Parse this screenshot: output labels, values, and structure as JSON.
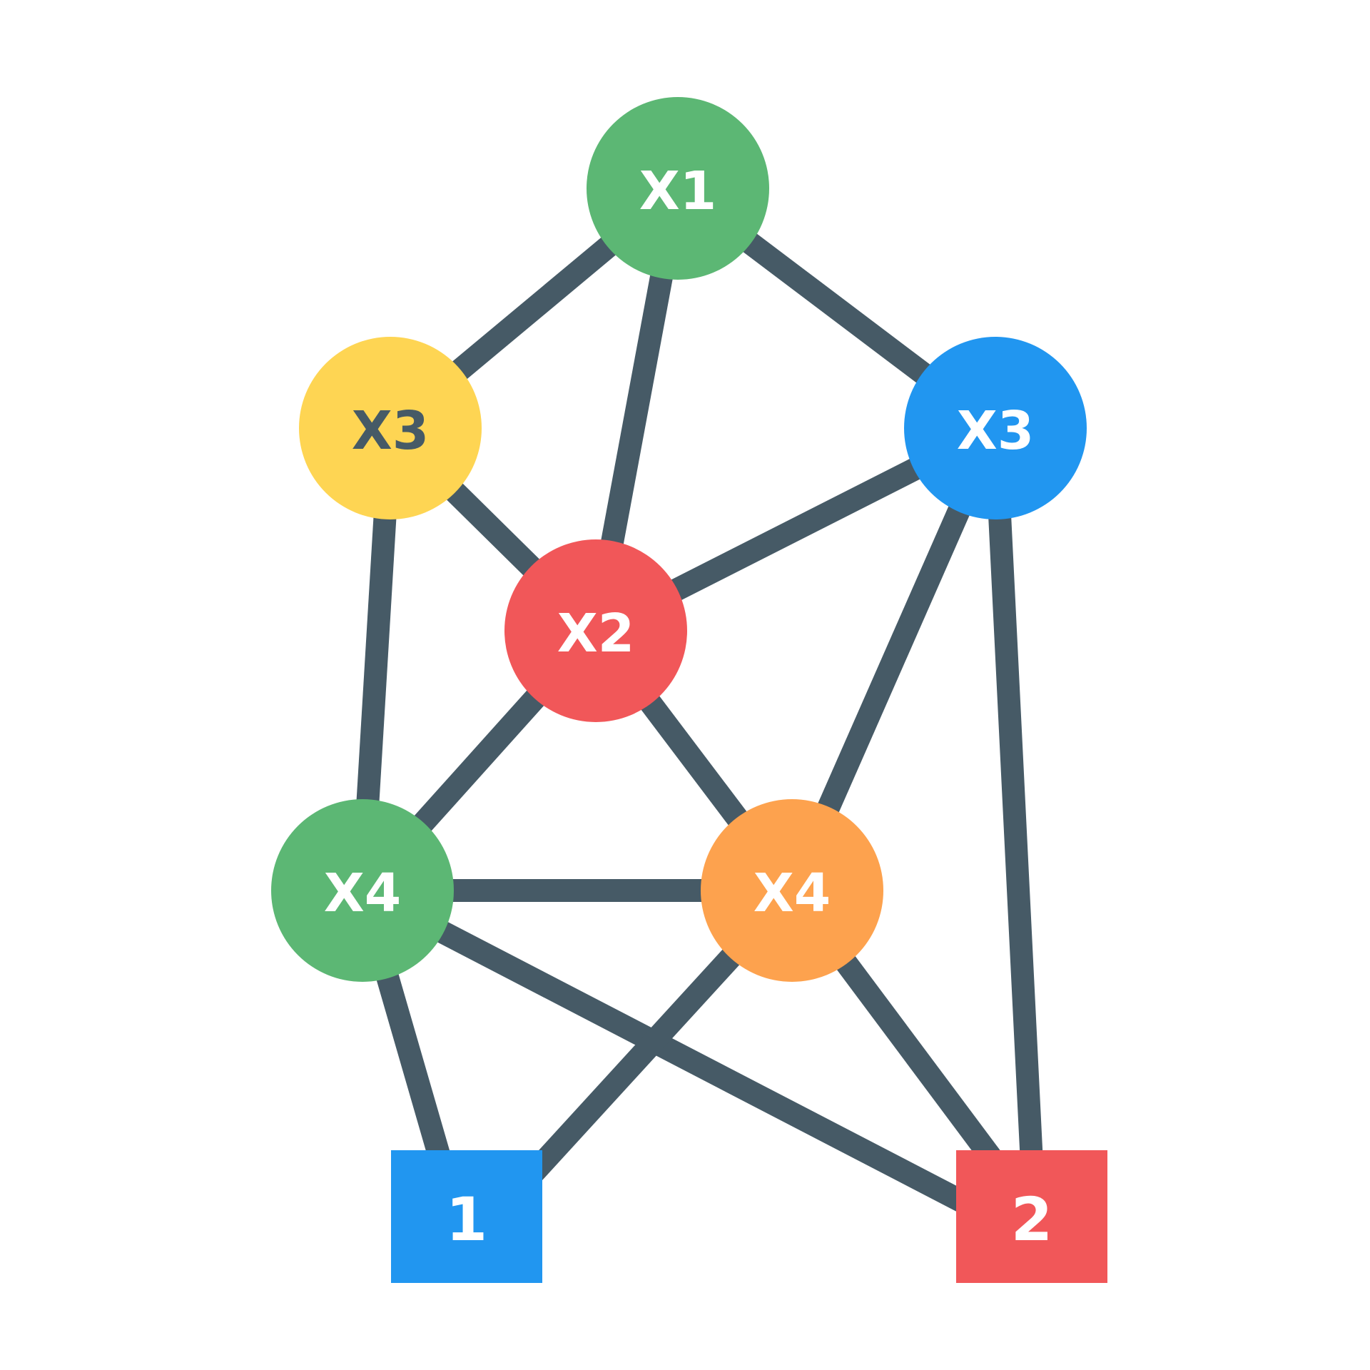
{
  "diagram": {
    "edge_color": "#465a66",
    "nodes": [
      {
        "id": "x1_top",
        "label": "X1",
        "shape": "circle",
        "fill": "#5cb774",
        "text_color": "#ffffff"
      },
      {
        "id": "x3_left",
        "label": "X3",
        "shape": "circle",
        "fill": "#fed553",
        "text_color": "#465a66"
      },
      {
        "id": "x3_right",
        "label": "X3",
        "shape": "circle",
        "fill": "#2196f0",
        "text_color": "#ffffff"
      },
      {
        "id": "x2_center",
        "label": "X2",
        "shape": "circle",
        "fill": "#f15759",
        "text_color": "#ffffff"
      },
      {
        "id": "x4_left",
        "label": "X4",
        "shape": "circle",
        "fill": "#5cb774",
        "text_color": "#ffffff"
      },
      {
        "id": "x4_right",
        "label": "X4",
        "shape": "circle",
        "fill": "#fda24e",
        "text_color": "#ffffff"
      },
      {
        "id": "out1",
        "label": "1",
        "shape": "square",
        "fill": "#2196f0",
        "text_color": "#ffffff"
      },
      {
        "id": "out2",
        "label": "2",
        "shape": "square",
        "fill": "#f15759",
        "text_color": "#ffffff"
      }
    ],
    "edges": [
      [
        "x1_top",
        "x3_left"
      ],
      [
        "x1_top",
        "x3_right"
      ],
      [
        "x1_top",
        "x2_center"
      ],
      [
        "x3_left",
        "x2_center"
      ],
      [
        "x3_left",
        "x4_left"
      ],
      [
        "x3_right",
        "x2_center"
      ],
      [
        "x3_right",
        "x4_right"
      ],
      [
        "x3_right",
        "out2"
      ],
      [
        "x2_center",
        "x4_left"
      ],
      [
        "x2_center",
        "x4_right"
      ],
      [
        "x4_left",
        "x4_right"
      ],
      [
        "x4_left",
        "out1"
      ],
      [
        "x4_left",
        "out2"
      ],
      [
        "x4_right",
        "out1"
      ],
      [
        "x4_right",
        "out2"
      ]
    ]
  }
}
